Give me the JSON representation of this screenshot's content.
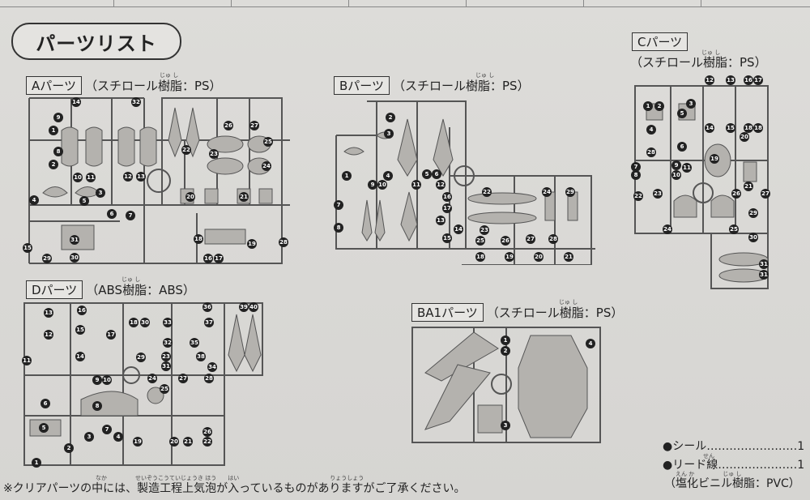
{
  "title": "パーツリスト",
  "sections": {
    "a": {
      "label": "Aパーツ",
      "material": "（スチロール樹脂：PS）",
      "ruby": "じゅ し"
    },
    "b": {
      "label": "Bパーツ",
      "material": "（スチロール樹脂：PS）",
      "ruby": "じゅ し"
    },
    "c": {
      "label": "Cパーツ",
      "material": "（スチロール樹脂：PS）",
      "ruby": "じゅ し"
    },
    "d": {
      "label": "Dパーツ",
      "material": "（ABS樹脂：ABS）",
      "ruby": "じゅ し"
    },
    "ba1": {
      "label": "BA1パーツ",
      "material": "（スチロール樹脂：PS）",
      "ruby": "じゅ し"
    }
  },
  "legend": {
    "seal": "●シール……………………1",
    "lead": "●リード線…………………1",
    "lead_ruby": "せん",
    "material": "（塩化ビニル樹脂：PVC）",
    "material_ruby": "えん か　　　　　じゅ し"
  },
  "note": {
    "text": "※クリアパーツの中には、製造工程上気泡が入っているものがありますがご了承ください。",
    "ruby": "なか　　　　　せいぞうこうていじょうき ほう　　はい　　　　　　　　　　　　　　　　りょうしょう"
  },
  "part_numbers": {
    "a": [
      "1",
      "2",
      "3",
      "4",
      "5",
      "6",
      "7",
      "8",
      "9",
      "10",
      "11",
      "12",
      "13",
      "14",
      "15",
      "16",
      "17",
      "18",
      "19",
      "20",
      "21",
      "22",
      "23",
      "24",
      "25",
      "26",
      "27",
      "28",
      "29",
      "30",
      "31",
      "32"
    ],
    "b": [
      "1",
      "2",
      "3",
      "4",
      "5",
      "6",
      "7",
      "8",
      "9",
      "10",
      "11",
      "12",
      "13",
      "14",
      "15",
      "16",
      "17",
      "18",
      "19",
      "20",
      "21",
      "22",
      "23",
      "24",
      "25",
      "26",
      "27",
      "28",
      "29"
    ],
    "c": [
      "1",
      "2",
      "3",
      "4",
      "5",
      "6",
      "7",
      "8",
      "9",
      "10",
      "11",
      "12",
      "13",
      "14",
      "15",
      "16",
      "17",
      "18",
      "19",
      "20",
      "21",
      "22",
      "23",
      "24",
      "25",
      "26",
      "27",
      "28",
      "29",
      "30",
      "31"
    ],
    "d": [
      "1",
      "2",
      "3",
      "4",
      "5",
      "6",
      "7",
      "8",
      "9",
      "10",
      "11",
      "12",
      "13",
      "14",
      "15",
      "16",
      "17",
      "18",
      "19",
      "20",
      "21",
      "22",
      "23",
      "24",
      "25",
      "26",
      "27",
      "28",
      "29",
      "30",
      "31",
      "32",
      "33",
      "34",
      "35",
      "36",
      "37",
      "38",
      "39",
      "40"
    ],
    "ba1": [
      "1",
      "2",
      "3",
      "4"
    ]
  }
}
